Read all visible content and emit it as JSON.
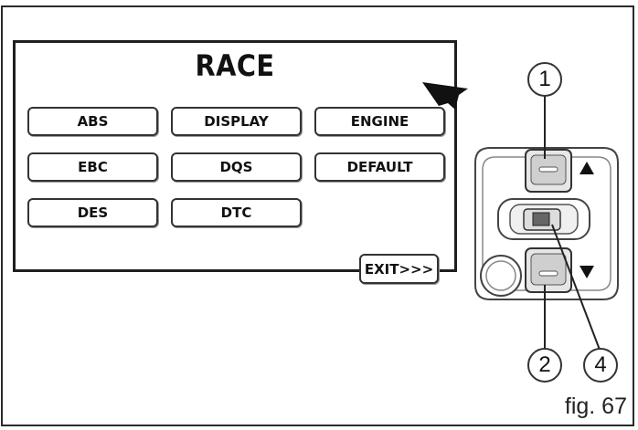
{
  "screen": {
    "title": "RACE",
    "buttons": [
      "ABS",
      "DISPLAY",
      "ENGINE",
      "EBC",
      "DQS",
      "DEFAULT",
      "DES",
      "DTC"
    ],
    "exit_label": "EXIT>>>"
  },
  "callouts": [
    "1",
    "2",
    "4"
  ],
  "figure_label": "fig. 67"
}
